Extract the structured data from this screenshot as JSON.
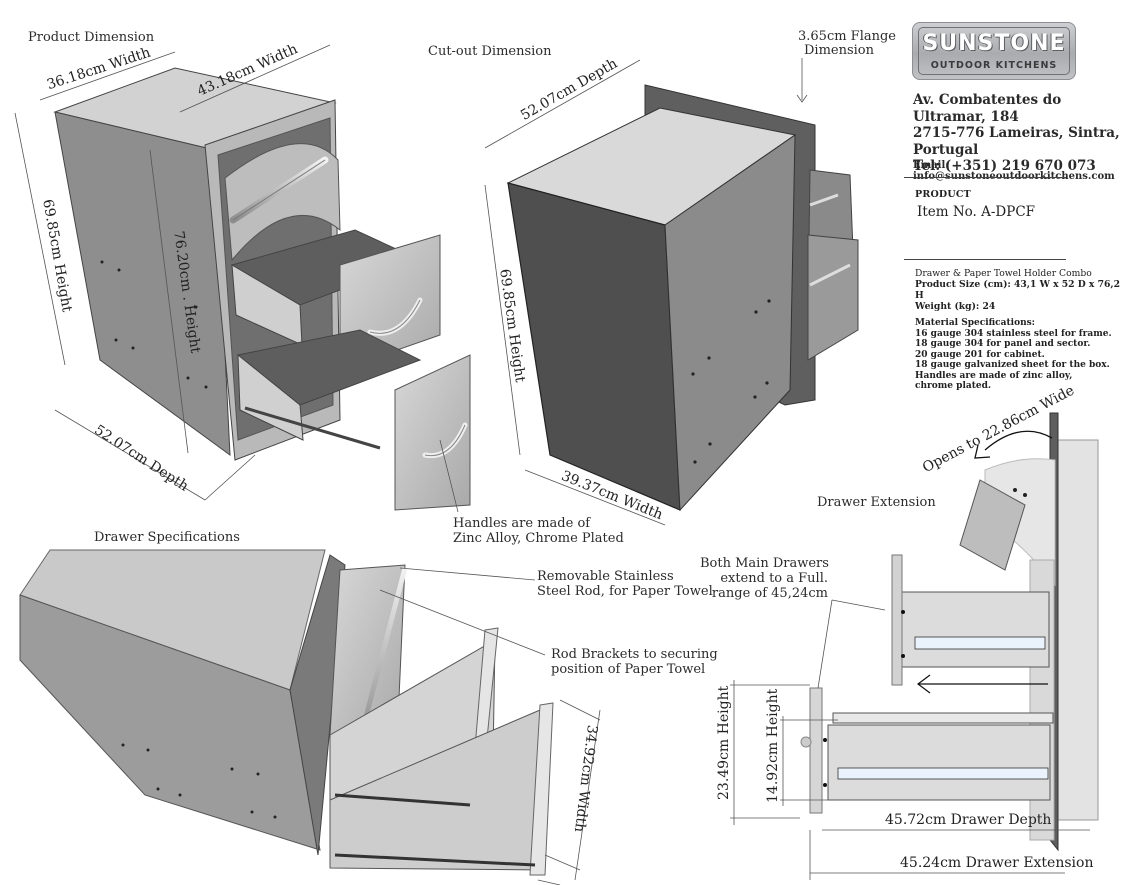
{
  "sections": {
    "product_dimension": "Product Dimension",
    "cutout_dimension": "Cut-out Dimension",
    "drawer_specifications": "Drawer Specifications",
    "drawer_extension": "Drawer Extension"
  },
  "brand": {
    "name": "SUNSTONE",
    "subtitle": "OUTDOOR KITCHENS",
    "address_lines": [
      "Av. Combatentes do Ultramar, 184",
      "2715-776 Lameiras, Sintra,",
      "Portugal",
      "Tel: (+351) 219 670 073"
    ],
    "email": "Email: info@sunstoneoutdoorkitchens.com",
    "logo_color": "#b0b2b5"
  },
  "product": {
    "heading": "PRODUCT",
    "item_no": "Item No. A-DPCF",
    "name": "Drawer & Paper Towel Holder Combo",
    "size": "Product Size (cm): 43,1 W x 52 D x 76,2 H",
    "weight": "Weight (kg): 24",
    "material_heading": "Material Specifications:",
    "materials": [
      "16 gauge 304 stainless steel for frame.",
      "18 gauge 304 for panel and sector.",
      "20 gauge 201 for cabinet.",
      "18 gauge galvanized sheet for the box.",
      "Handles are made of zinc alloy,",
      "chrome plated."
    ]
  },
  "product_dimensions": {
    "width_inner": "36.18cm  Width",
    "width_outer": "43.18cm Width",
    "height_body": "69.85cm Height",
    "height_total": "76.20cm . Height",
    "depth": "52.07cm Depth",
    "handle_note": [
      "Handles are made of",
      "Zinc Alloy, Chrome Plated"
    ]
  },
  "cutout_dimensions": {
    "depth": "52.07cm  Depth",
    "height": "69.85cm  Height",
    "width": "39.37cm Width",
    "flange": [
      "3.65cm  Flange",
      "Dimension"
    ]
  },
  "drawer_specs": {
    "rod_note": [
      "Removable Stainless",
      "Steel Rod, for Paper Towel"
    ],
    "bracket_note": [
      "Rod Brackets to securing",
      "position of Paper Towel"
    ],
    "width": "34.92cm  Width"
  },
  "drawer_extension": {
    "opens": "Opens to 22.86cm Wide",
    "full_range_note": [
      "Both Main Drawers",
      "extend to a Full.",
      "range of 45,24cm"
    ],
    "height_outer": "23.49cm  Height",
    "height_inner": "14.92cm  Height",
    "depth": "45.72cm Drawer Depth",
    "extension": "45.24cm Drawer Extension"
  }
}
